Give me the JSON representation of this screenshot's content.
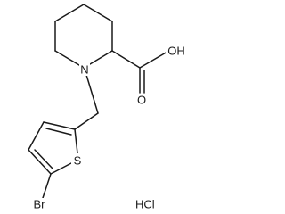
{
  "molecule": {
    "atoms": {
      "nitrogen": "N",
      "hydroxyl": "OH",
      "carbonyl_oxygen": "O",
      "sulfur": "S",
      "bromine": "Br"
    },
    "salt": "HCl"
  }
}
